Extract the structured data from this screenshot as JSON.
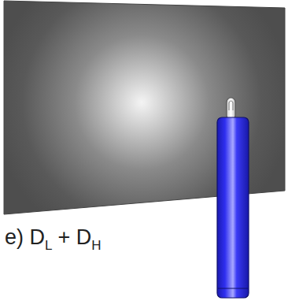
{
  "diagram": {
    "labels": [
      "e) D",
      "L",
      "+ D",
      "H"
    ]
  }
}
